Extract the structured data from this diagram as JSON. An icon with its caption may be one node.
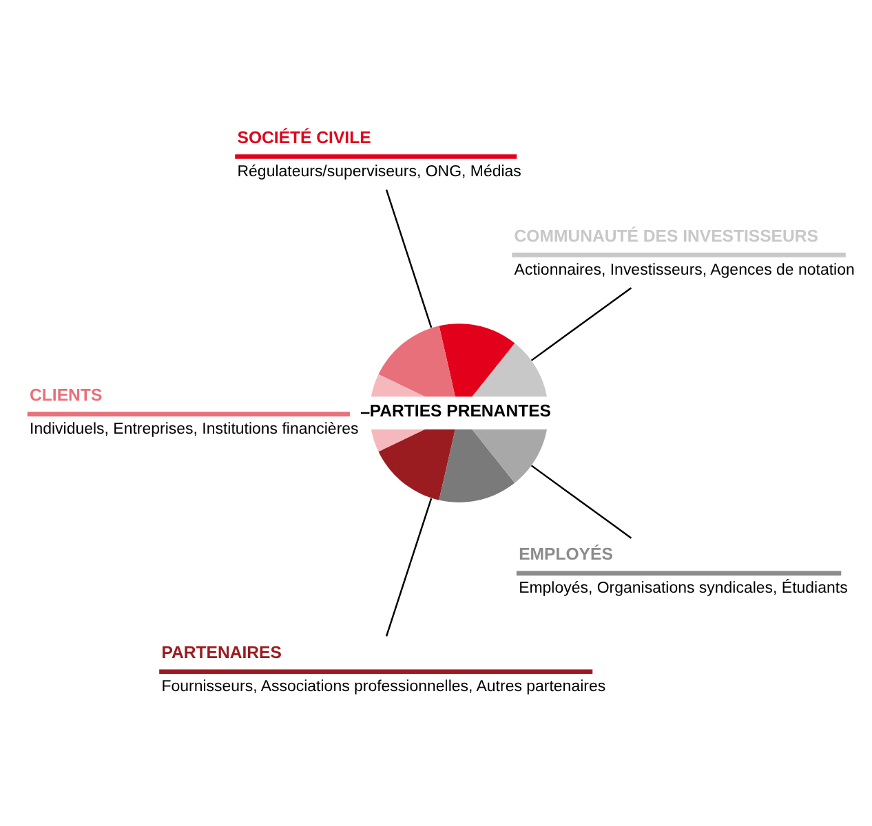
{
  "diagram": {
    "nodes": [
      {
        "text": [
          "PARTIES PRENANTES"
        ]
      },
      {
        "text": [
          "COMMUNAUTÉ DES INVESTISSEURS",
          "Actionnaires, Investisseurs, Agences de notation"
        ]
      },
      {
        "text": [
          "SOCIÉTÉ CIVILE",
          "Régulateurs/superviseurs, ONG, Médias"
        ]
      },
      {
        "text": [
          "CLIENTS",
          "Individuels, Entreprises, Institutions financières"
        ]
      },
      {
        "text": [
          "PARTENAIRES",
          "Fournisseurs, Associations professionnelles, Autres partenaires"
        ]
      },
      {
        "text": [
          "EMPLOYÉS",
          "Employés, Organisations syndicales, Étudiants"
        ]
      }
    ],
    "edges": [
      {
        "from": 1,
        "to": 0,
        "arrow": "none"
      },
      {
        "from": 2,
        "to": 0,
        "arrow": "none"
      },
      {
        "from": 3,
        "to": 0,
        "arrow": "none"
      },
      {
        "from": 4,
        "to": 0,
        "arrow": "none"
      },
      {
        "from": 5,
        "to": 0,
        "arrow": "none"
      }
    ]
  }
}
